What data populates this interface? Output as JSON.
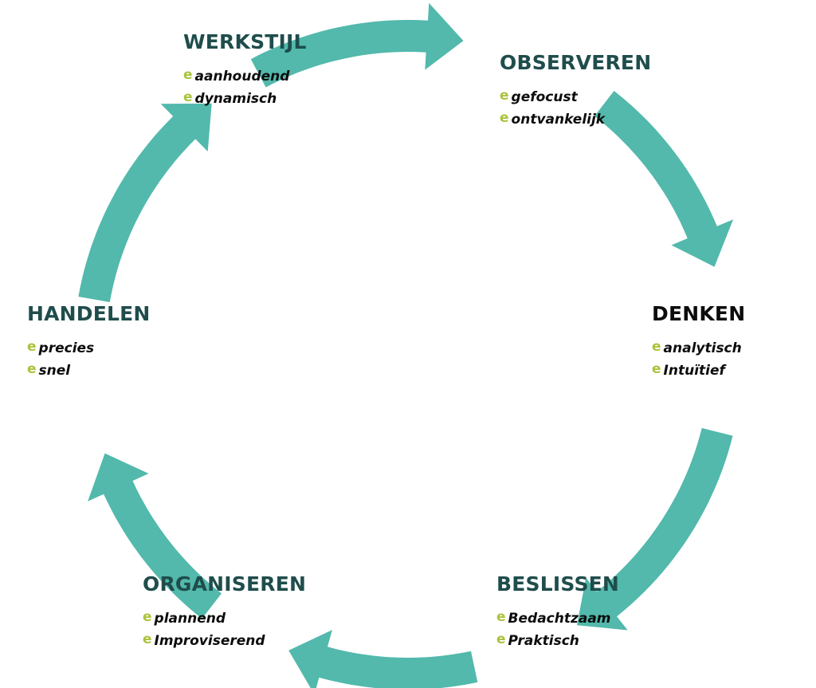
{
  "colors": {
    "arrow": "#52b9ac",
    "heading": "#1f4d4c",
    "heading_alt": "#0c0c0c",
    "bullet": "#a9c33c",
    "item_text": "#0c0c0c"
  },
  "bullet_icon": {
    "name": "e-bullet-icon",
    "glyph": "e"
  },
  "cycle": [
    {
      "id": "werkstijl",
      "title": "WERKSTIJL",
      "title_color": "heading",
      "items": [
        "aanhoudend",
        "dynamisch"
      ]
    },
    {
      "id": "observeren",
      "title": "OBSERVEREN",
      "title_color": "heading",
      "items": [
        "gefocust",
        "ontvankelijk"
      ]
    },
    {
      "id": "denken",
      "title": "DENKEN",
      "title_color": "heading_alt",
      "items": [
        "analytisch",
        "Intuïtief"
      ]
    },
    {
      "id": "beslissen",
      "title": "BESLISSEN",
      "title_color": "heading",
      "items": [
        "Bedachtzaam",
        "Praktisch"
      ]
    },
    {
      "id": "organiseren",
      "title": "ORGANISEREN",
      "title_color": "heading",
      "items": [
        "plannend",
        "Improviserend"
      ]
    },
    {
      "id": "handelen",
      "title": "HANDELEN",
      "title_color": "heading",
      "items": [
        "precies",
        "snel"
      ]
    }
  ],
  "arrows": [
    {
      "from": "werkstijl",
      "to": "observeren"
    },
    {
      "from": "observeren",
      "to": "denken"
    },
    {
      "from": "denken",
      "to": "beslissen"
    },
    {
      "from": "beslissen",
      "to": "organiseren"
    },
    {
      "from": "organiseren",
      "to": "handelen"
    },
    {
      "from": "handelen",
      "to": "werkstijl"
    }
  ]
}
